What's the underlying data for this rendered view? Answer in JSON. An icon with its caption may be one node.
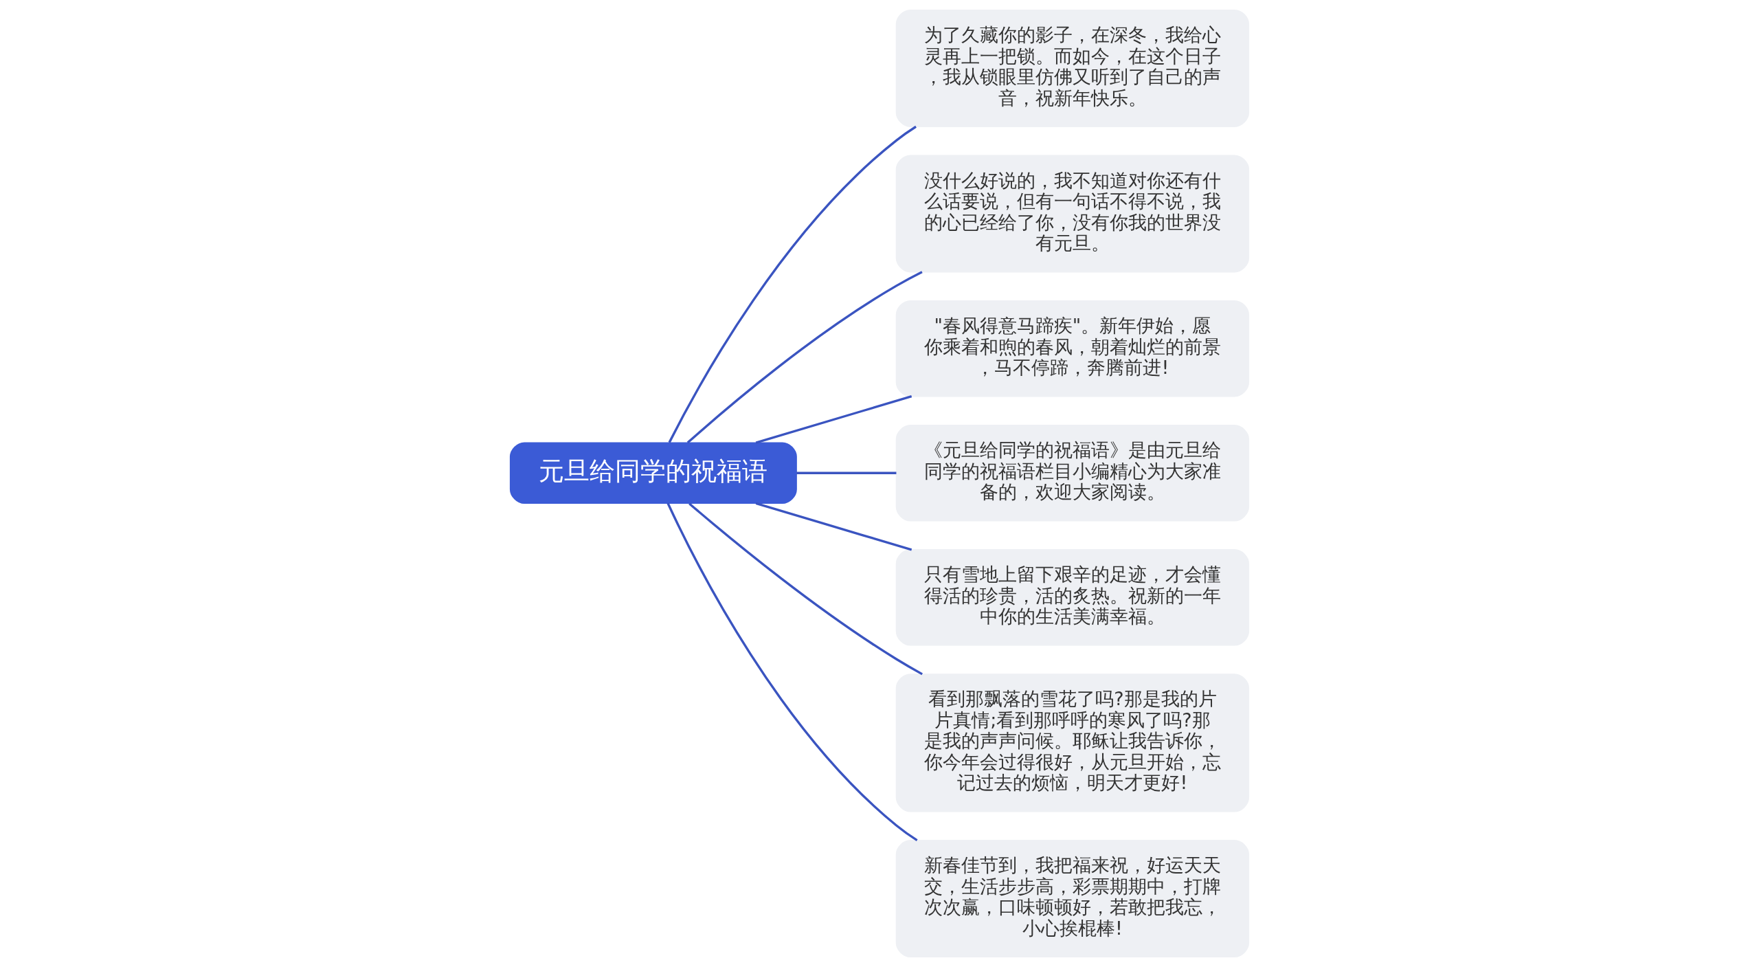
{
  "diagram": {
    "nodes": [
      {
        "text": [
          "元旦给同学的祝福语"
        ]
      },
      {
        "text": [
          "为了久藏你的影子，在深冬，我给心灵再上一把锁。而如今，在这个日子，我从锁眼里仿佛又听到了自己的声音，祝新年快乐。"
        ]
      },
      {
        "text": [
          "没什么好说的，我不知道对你还有什么话要说，但有一句话不得不说，我的心已经给了你，没有你我的世界没有元旦。"
        ]
      },
      {
        "text": [
          "\"春风得意马蹄疾\"。新年伊始，愿你乘着和煦的春风，朝着灿烂的前景，马不停蹄，奔腾前进!"
        ]
      },
      {
        "text": [
          "《元旦给同学的祝福语》是由元旦给同学的祝福语栏目小编精心为大家准备的，欢迎大家阅读。"
        ]
      },
      {
        "text": [
          "只有雪地上留下艰辛的足迹，才会懂得活的珍贵，活的炙热。祝新的一年中你的生活美满幸福。"
        ]
      },
      {
        "text": [
          "看到那飘落的雪花了吗?那是我的片片真情;看到那呼呼的寒风了吗?那是我的声声问候。耶稣让我告诉你，你今年会过得很好，从元旦开始，忘记过去的烦恼，明天才更好!"
        ]
      },
      {
        "text": [
          "新春佳节到，我把福来祝，好运天天交，生活步步高，彩票期期中，打牌次次赢，口味顿顿好，若敢把我忘，小心挨棍棒!"
        ]
      }
    ],
    "edges": [
      {
        "from": 0,
        "to": 1,
        "arrow": "none"
      },
      {
        "from": 0,
        "to": 2,
        "arrow": "none"
      },
      {
        "from": 0,
        "to": 3,
        "arrow": "none"
      },
      {
        "from": 0,
        "to": 4,
        "arrow": "none"
      },
      {
        "from": 0,
        "to": 5,
        "arrow": "none"
      },
      {
        "from": 0,
        "to": 6,
        "arrow": "none"
      },
      {
        "from": 0,
        "to": 7,
        "arrow": "none"
      }
    ]
  }
}
